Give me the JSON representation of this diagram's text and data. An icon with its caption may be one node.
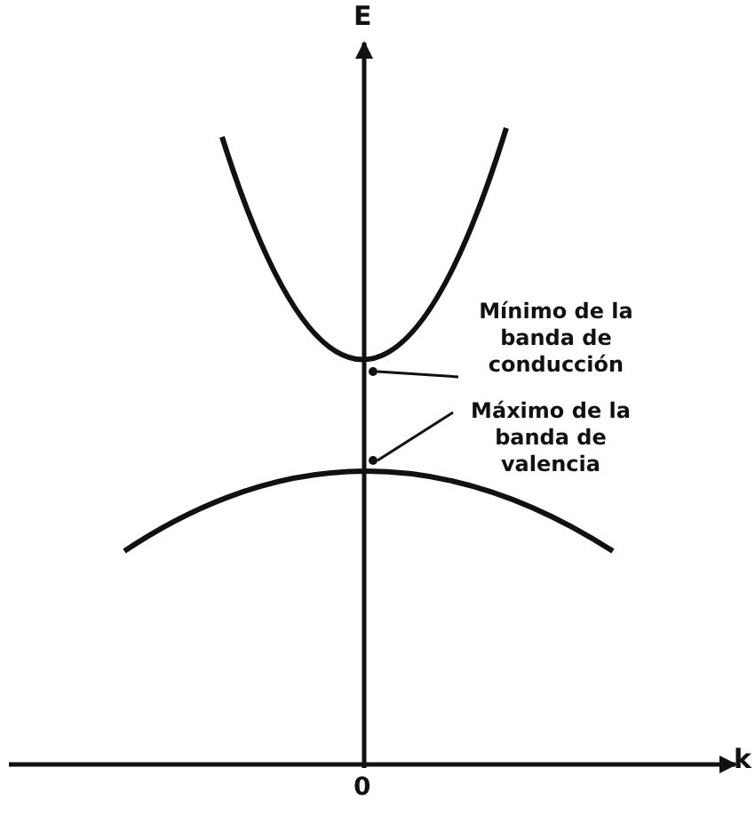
{
  "diagram": {
    "nodes": [
      {
        "text": [
          "Mínimo de la banda de conducción"
        ]
      },
      {
        "text": [],
        "shape": "circle"
      },
      {
        "text": [
          "Máximo de la banda de valencia"
        ]
      },
      {
        "text": [],
        "shape": "circle"
      }
    ],
    "edges": [
      {
        "from": 0,
        "to": 1,
        "arrow": "none"
      },
      {
        "from": 2,
        "to": 3,
        "arrow": "none"
      }
    ],
    "labels": [
      "E",
      "k",
      "0"
    ]
  }
}
